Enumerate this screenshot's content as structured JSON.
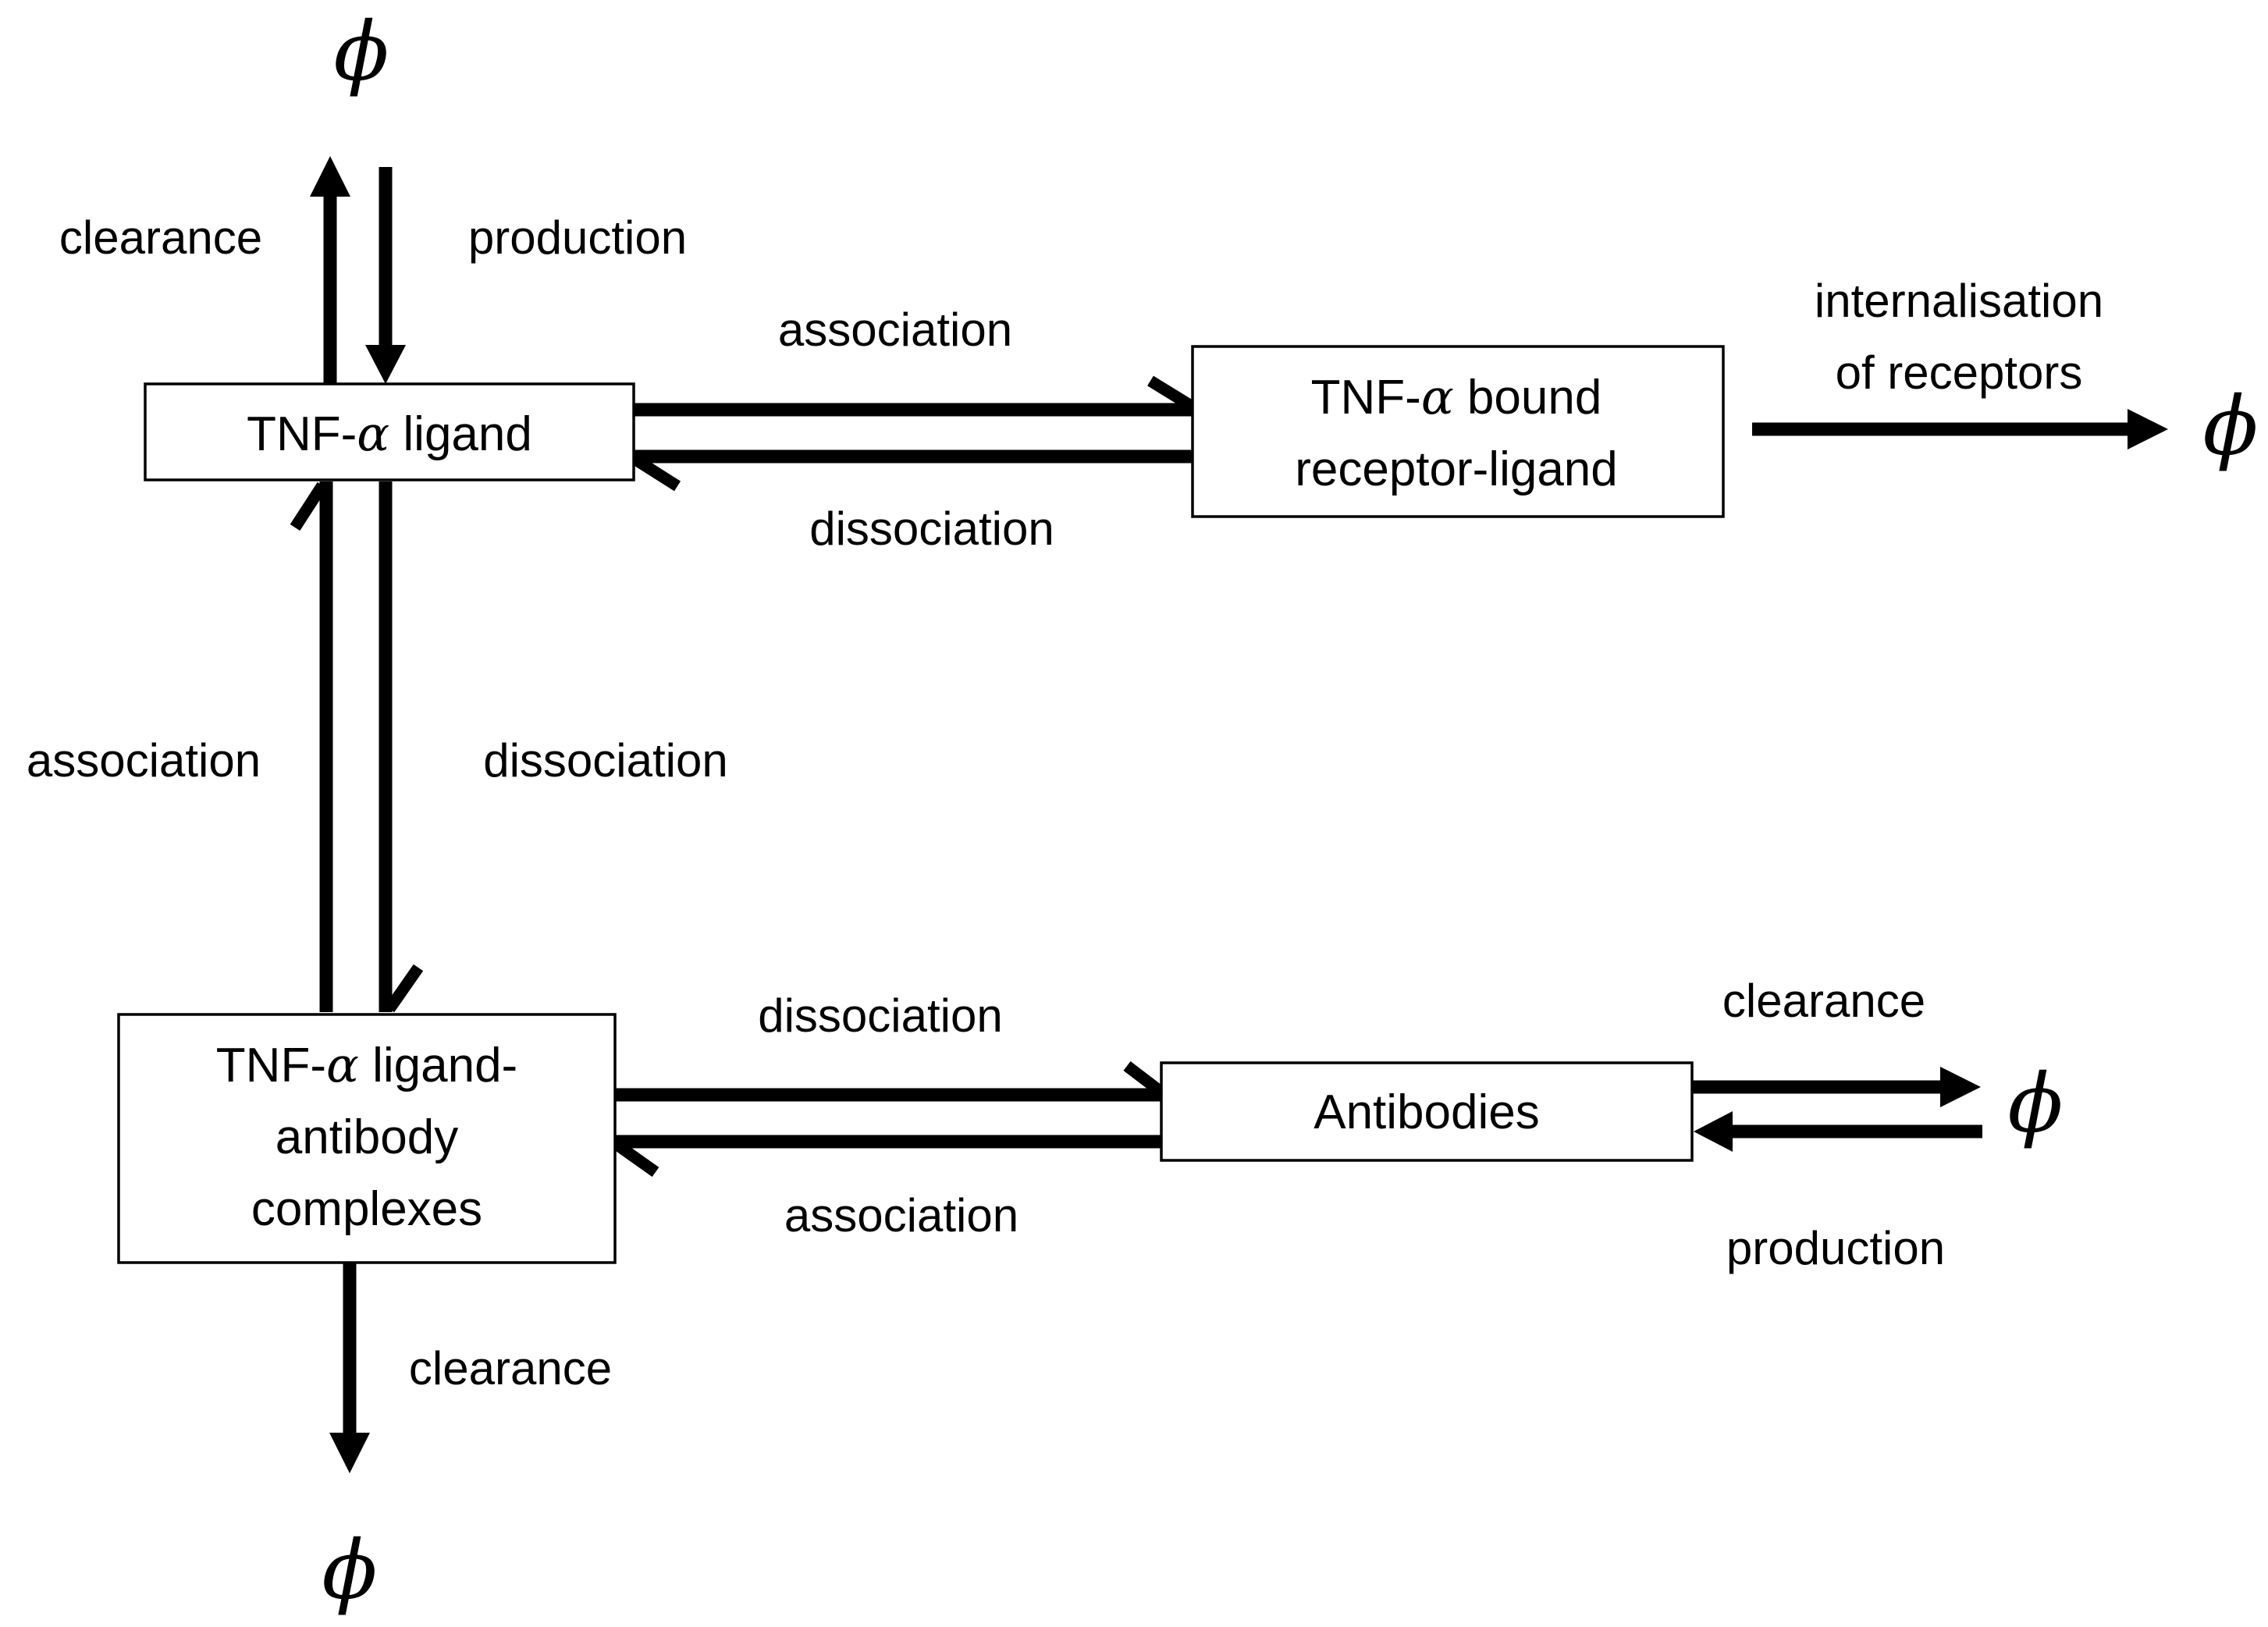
{
  "diagram": {
    "sink_symbol": "ϕ",
    "nodes": {
      "ligand": {
        "line1_pre": "TNF-",
        "line1_greek": "α",
        "line1_post": " ligand"
      },
      "bound": {
        "line1_pre": "TNF-",
        "line1_greek": "α",
        "line1_post": " bound",
        "line2": "receptor-ligand"
      },
      "complex": {
        "line1_pre": "TNF-",
        "line1_greek": "α",
        "line1_post": " ligand-",
        "line2": "antibody",
        "line3": "complexes"
      },
      "antibodies": {
        "label": "Antibodies"
      }
    },
    "edges": {
      "ligand_clearance": "clearance",
      "ligand_production": "production",
      "ligand_bound_association": "association",
      "ligand_bound_dissociation": "dissociation",
      "internalisation_line1": "internalisation",
      "internalisation_line2": "of receptors",
      "complex_ligand_association": "association",
      "ligand_complex_dissociation": "dissociation",
      "complex_antibody_dissociation": "dissociation",
      "antibody_complex_association": "association",
      "antibody_clearance": "clearance",
      "antibody_production": "production",
      "complex_clearance": "clearance"
    }
  }
}
